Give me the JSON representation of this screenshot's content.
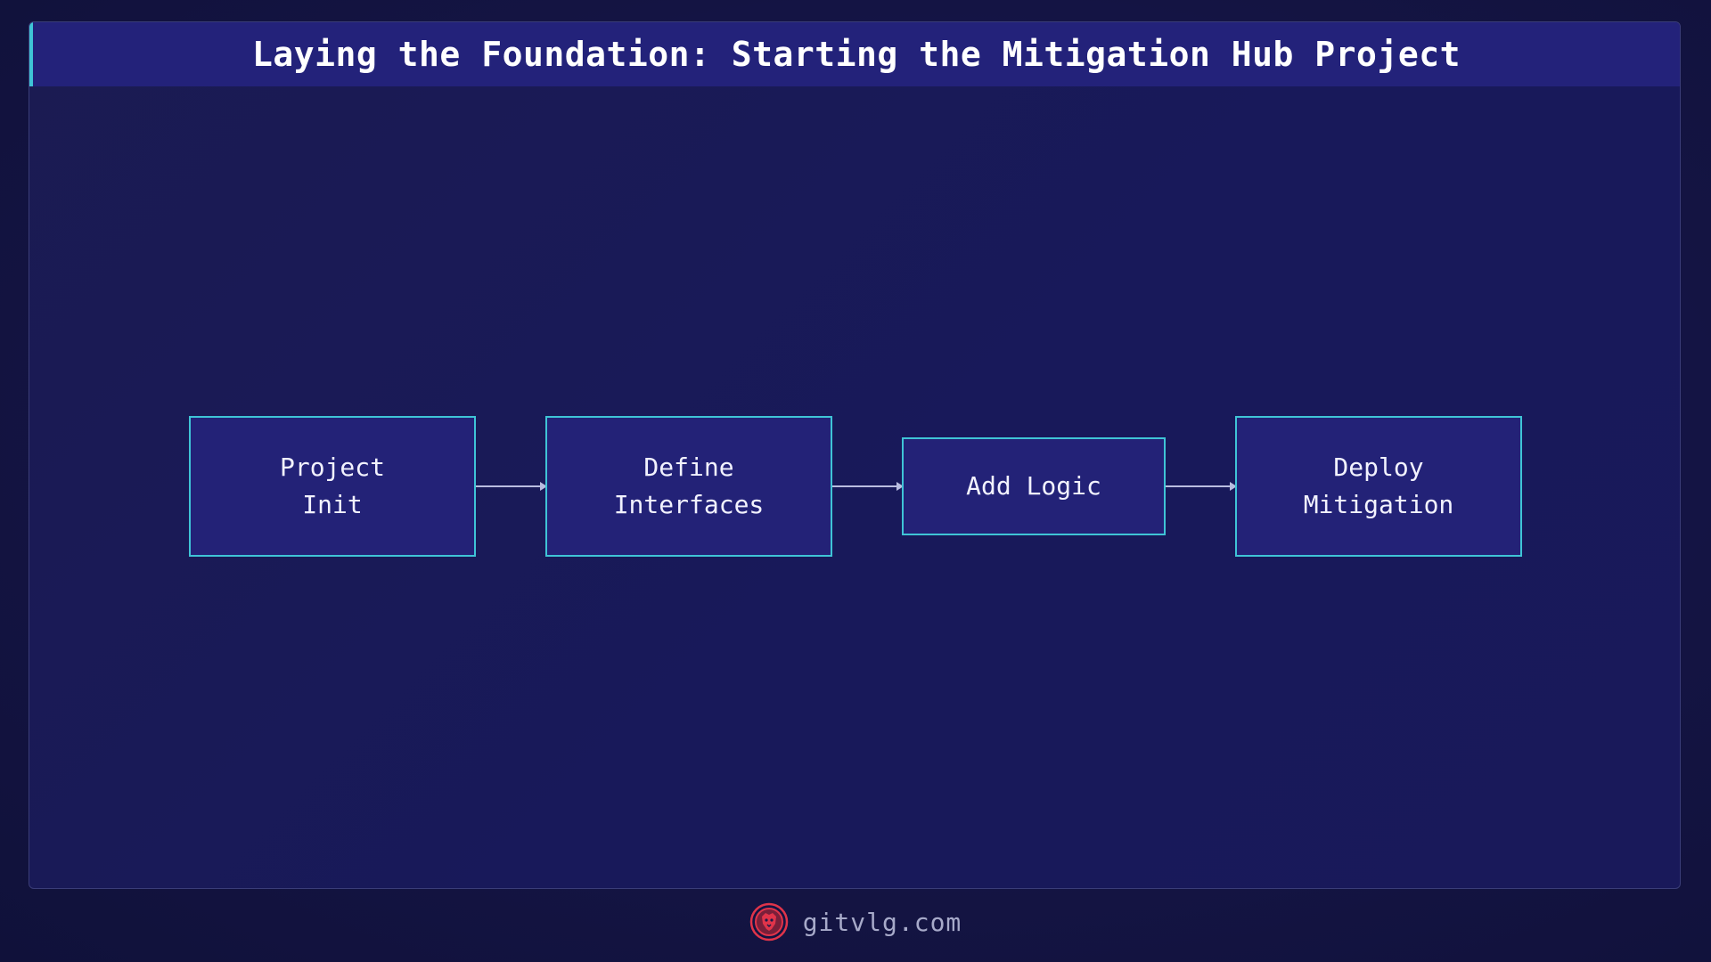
{
  "title": "Laying the Foundation: Starting the Mitigation Hub Project",
  "colors": {
    "background": "#141443",
    "title_bar": "#23227a",
    "accent": "#3fc4d6",
    "node_fill": "#232277",
    "arrow": "#b9bde0",
    "logo": "#e0344a"
  },
  "diagram": {
    "nodes": [
      {
        "id": "project-init",
        "label": "Project\nInit"
      },
      {
        "id": "define-interfaces",
        "label": "Define\nInterfaces"
      },
      {
        "id": "add-logic",
        "label": "Add Logic"
      },
      {
        "id": "deploy-mitigation",
        "label": "Deploy\nMitigation"
      }
    ],
    "edges": [
      {
        "from": "project-init",
        "to": "define-interfaces"
      },
      {
        "from": "define-interfaces",
        "to": "add-logic"
      },
      {
        "from": "add-logic",
        "to": "deploy-mitigation"
      }
    ]
  },
  "footer": {
    "logo_icon": "lion-head-icon",
    "site": "gitvlg.com"
  }
}
